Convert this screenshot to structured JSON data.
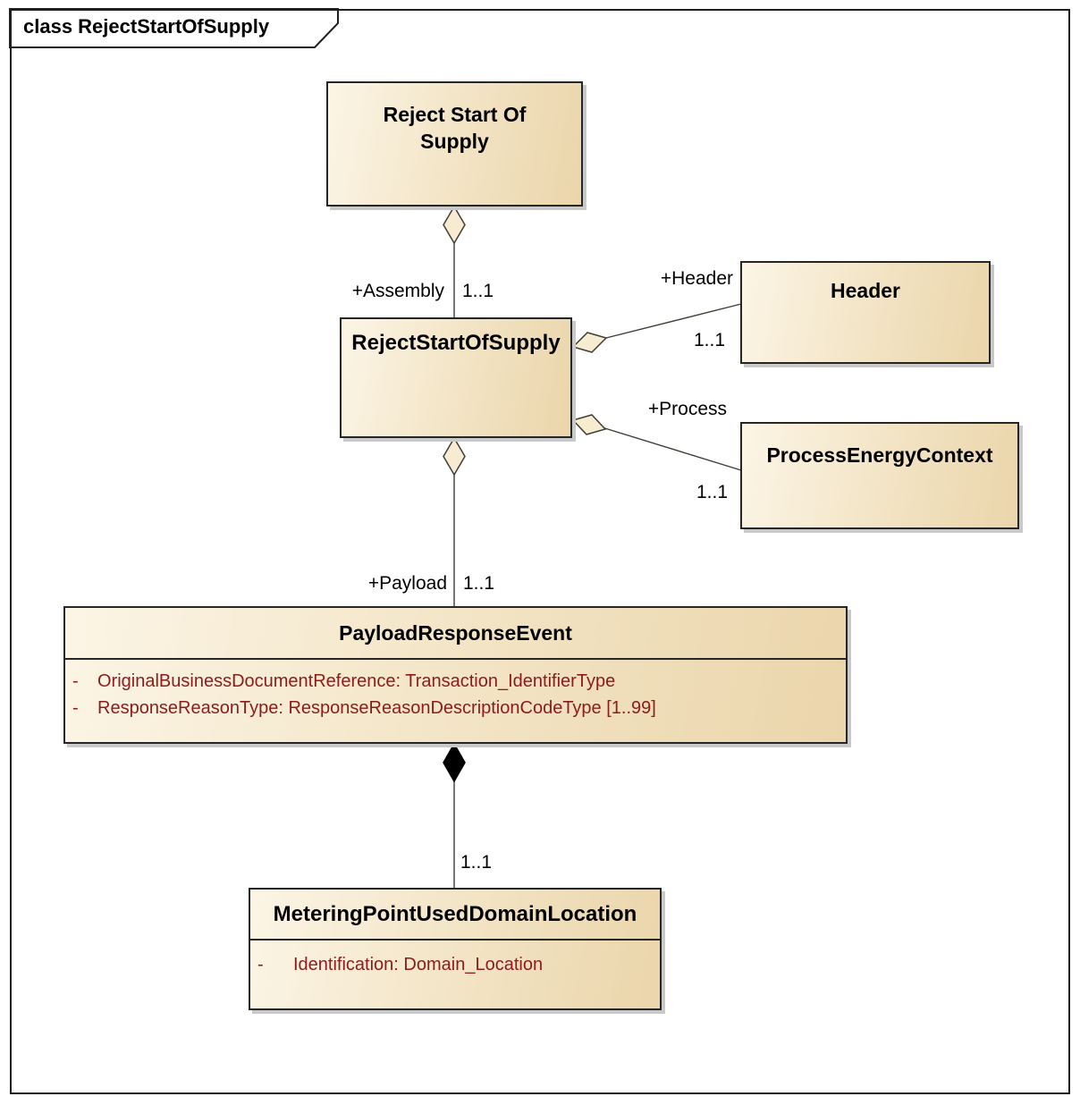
{
  "frame": {
    "title": "class RejectStartOfSupply"
  },
  "classes": {
    "reject_artifact": {
      "title": "Reject Start Of Supply"
    },
    "reject_main": {
      "title": "RejectStartOfSupply"
    },
    "header": {
      "title": "Header"
    },
    "process_energy_context": {
      "title": "ProcessEnergyContext"
    },
    "payload_response_event": {
      "title": "PayloadResponseEvent",
      "attributes": [
        {
          "visibility": "-",
          "text": "OriginalBusinessDocumentReference: Transaction_IdentifierType"
        },
        {
          "visibility": "-",
          "text": "ResponseReasonType: ResponseReasonDescriptionCodeType [1..99]"
        }
      ]
    },
    "metering_point": {
      "title": "MeteringPointUsedDomainLocation",
      "attributes": [
        {
          "visibility": "-",
          "text": "Identification: Domain_Location"
        }
      ]
    }
  },
  "relations": {
    "assembly": {
      "role": "+Assembly",
      "multiplicity": "1..1",
      "kind": "aggregation"
    },
    "header": {
      "role": "+Header",
      "multiplicity": "1..1",
      "kind": "aggregation"
    },
    "process": {
      "role": "+Process",
      "multiplicity": "1..1",
      "kind": "aggregation"
    },
    "payload": {
      "role": "+Payload",
      "multiplicity": "1..1",
      "kind": "aggregation"
    },
    "metering": {
      "multiplicity": "1..1",
      "kind": "composition"
    }
  },
  "colors": {
    "box_fill_light": "#FCF5E6",
    "box_fill_dark": "#EBD5AB",
    "box_border": "#262626",
    "attribute_text": "#8B1C1C",
    "connector": "#3F3F37",
    "shadow": "#C9C9C9",
    "aggregation_diamond_fill": "#F7EBD2",
    "composition_diamond_fill": "#000000"
  }
}
